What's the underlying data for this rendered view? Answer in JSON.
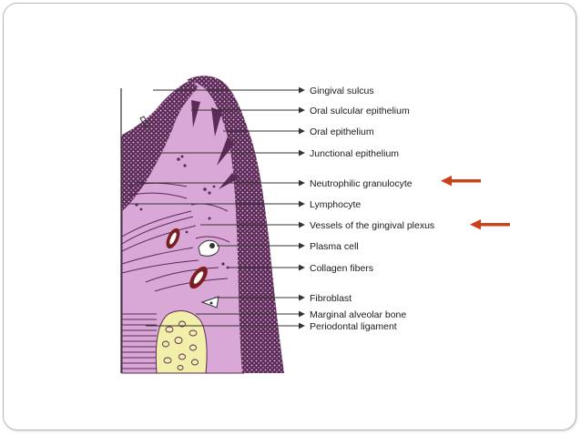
{
  "colors": {
    "tissue": "#d9a8d6",
    "epithelium": "#5b2a57",
    "dots": "#e9c9e6",
    "bone": "#f1efa9",
    "vessel_outer": "#7a1f1f",
    "vessel_inner": "#ffffff",
    "leader": "#333333",
    "red_arrow": "#c8421c"
  },
  "labels": [
    {
      "id": "gingival-sulcus",
      "text": "Gingival sulcus",
      "highlighted": false
    },
    {
      "id": "oral-sulcular-epithelium",
      "text": "Oral sulcular epithelium",
      "highlighted": false
    },
    {
      "id": "oral-epithelium",
      "text": "Oral epithelium",
      "highlighted": false
    },
    {
      "id": "junctional-epithelium",
      "text": "Junctional epithelium",
      "highlighted": false
    },
    {
      "id": "neutrophilic-granulocyte",
      "text": "Neutrophilic granulocyte",
      "highlighted": true
    },
    {
      "id": "lymphocyte",
      "text": "Lymphocyte",
      "highlighted": false
    },
    {
      "id": "vessels-gingival-plexus",
      "text": "Vessels of the gingival plexus",
      "highlighted": true
    },
    {
      "id": "plasma-cell",
      "text": "Plasma cell",
      "highlighted": false
    },
    {
      "id": "collagen-fibers",
      "text": "Collagen fibers",
      "highlighted": false
    },
    {
      "id": "fibroblast",
      "text": "Fibroblast",
      "highlighted": false
    },
    {
      "id": "marginal-alveolar-bone",
      "text": "Marginal alveolar bone",
      "highlighted": false
    },
    {
      "id": "periodontal-ligament",
      "text": "Periodontal ligament",
      "highlighted": false
    }
  ]
}
